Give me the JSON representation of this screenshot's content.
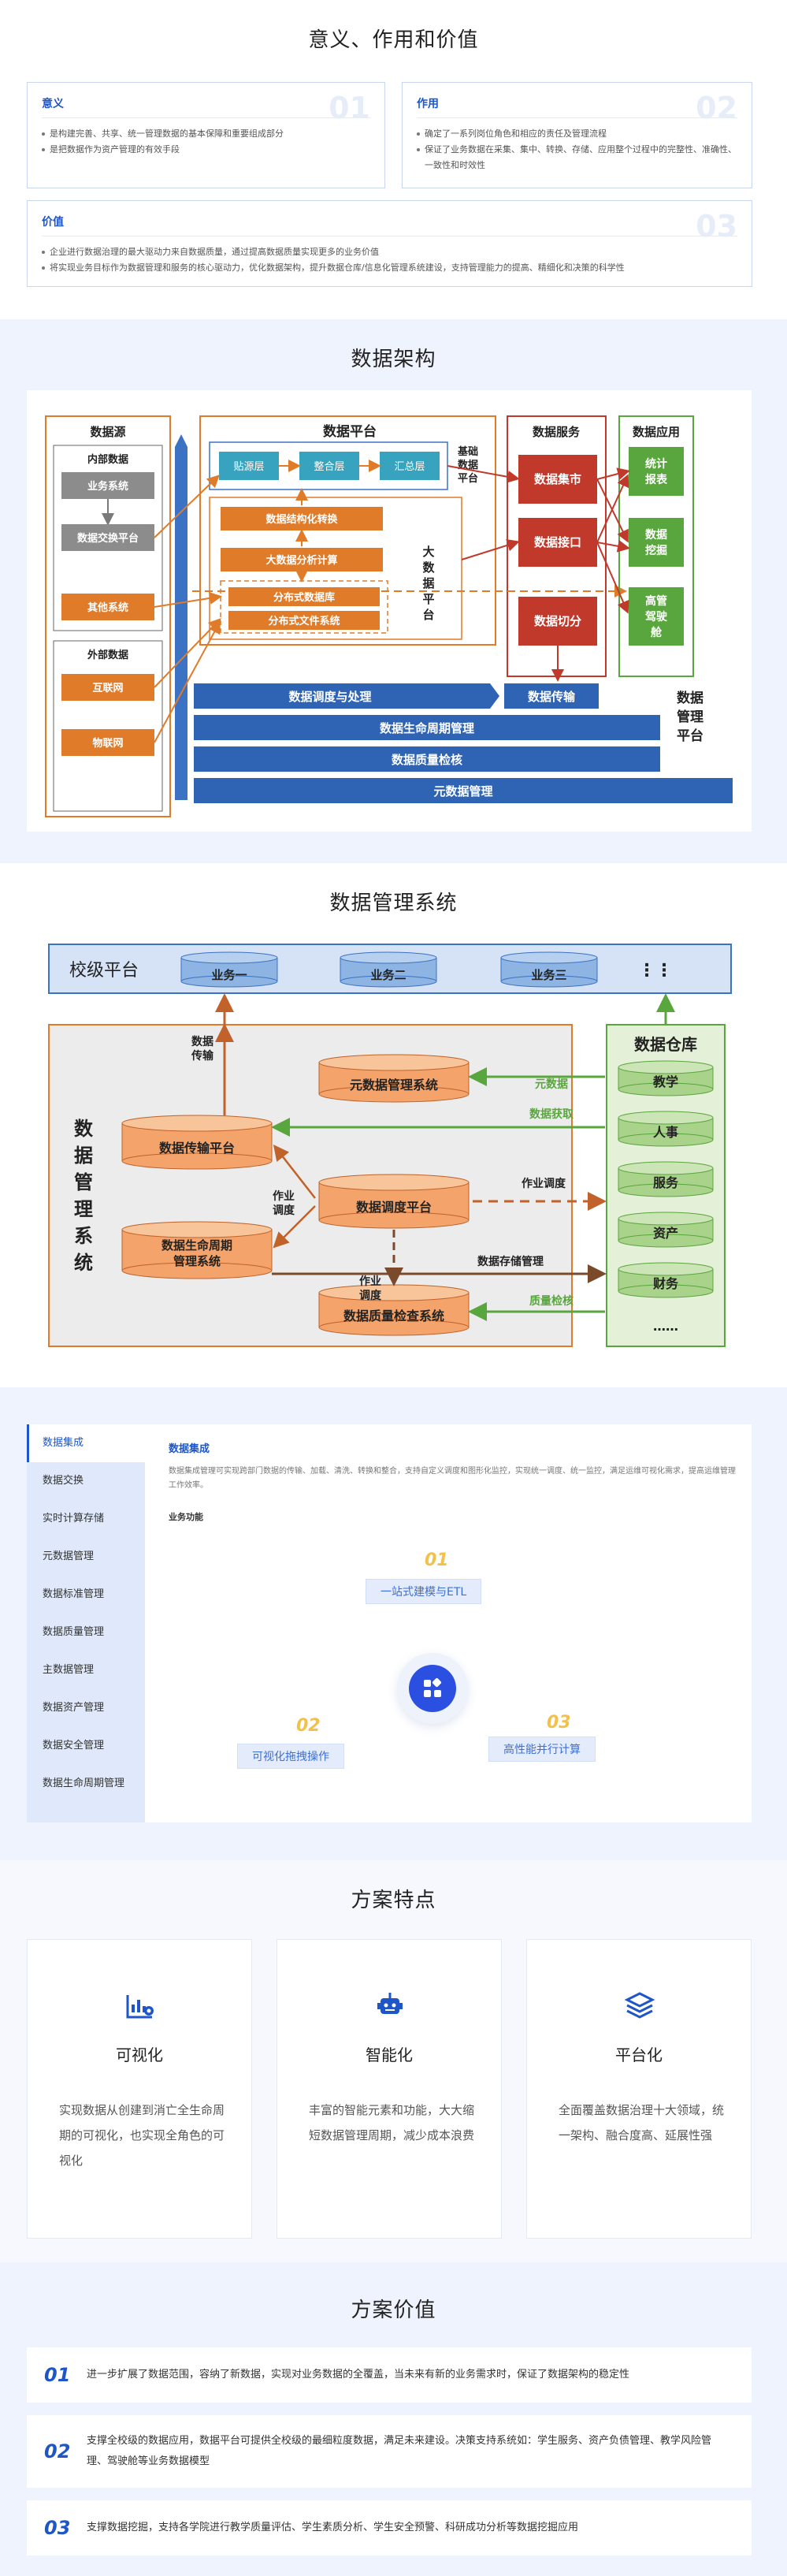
{
  "s1": {
    "title": "意义、作用和价值",
    "card1": {
      "title": "意义",
      "num": "01",
      "items": [
        "是构建完善、共享、统一管理数据的基本保障和重要组成部分",
        "是把数据作为资产管理的有效手段"
      ]
    },
    "card2": {
      "title": "作用",
      "num": "02",
      "items": [
        "确定了一系列岗位角色和相应的责任及管理流程",
        "保证了业务数据在采集、集中、转换、存储、应用整个过程中的完整性、准确性、一致性和时效性"
      ]
    },
    "card3": {
      "title": "价值",
      "num": "03",
      "items": [
        "企业进行数据治理的最大驱动力来自数据质量，通过提高数据质量实现更多的业务价值",
        "将实现业务目标作为数据管理和服务的核心驱动力，优化数据架构，提升数据仓库/信息化管理系统建设，支持管理能力的提高、精细化和决策的科学性"
      ]
    }
  },
  "s2": {
    "title": "数据架构",
    "source": {
      "title": "数据源",
      "internal": "内部数据",
      "biz": "业务系统",
      "exchange": "数据交换平台",
      "other": "其他系统",
      "external": "外部数据",
      "internet": "互联网",
      "iot": "物联网"
    },
    "platform": {
      "title": "数据平台",
      "l1": "贴源层",
      "l2": "整合层",
      "l3": "汇总层",
      "basic": "基础数据平台",
      "convert": "数据结构化转换",
      "compute": "大数据分析计算",
      "db": "分布式数据库",
      "fs": "分布式文件系统",
      "big": "大数据平台"
    },
    "service": {
      "title": "数据服务",
      "mart": "数据集市",
      "api": "数据接口",
      "slice": "数据切分",
      "transfer": "数据传输"
    },
    "app": {
      "title": "数据应用",
      "report": "统计报表",
      "mining": "数据挖掘",
      "query": "高管驾驶舱"
    },
    "bars": {
      "schedule": "数据调度与处理",
      "lifecycle": "数据生命周期管理",
      "quality": "数据质量检核",
      "meta": "元数据管理",
      "mgmt": "数据管理平台"
    }
  },
  "s3": {
    "title": "数据管理系统",
    "school": "校级平台",
    "biz1": "业务一",
    "biz2": "业务二",
    "biz3": "业务三",
    "dots": "⋮⋮",
    "sys": "数据管理系统",
    "meta": "元数据管理系统",
    "trans": "数据传输平台",
    "sched": "数据调度平台",
    "life": "数据生命周期管理系统",
    "qual": "数据质量检查系统",
    "l_trans": "数据传输",
    "l_job": "作业调度",
    "l_job2": "作业调度",
    "l_job3": "作业调度",
    "l_meta": "元数据",
    "l_get": "数据获取",
    "l_store": "数据存储管理",
    "l_qc": "质量检核",
    "dw": "数据仓库",
    "dw_items": [
      "教学",
      "人事",
      "服务",
      "资产",
      "财务"
    ],
    "dw_more": "……"
  },
  "s4": {
    "menu": [
      "数据集成",
      "数据交换",
      "实时计算存储",
      "元数据管理",
      "数据标准管理",
      "数据质量管理",
      "主数据管理",
      "数据资产管理",
      "数据安全管理",
      "数据生命周期管理"
    ],
    "head": "数据集成",
    "desc": "数据集成管理可实现跨部门数据的传输、加载、清洗、转换和整合，支持自定义调度和图形化监控，实现统一调度、统一监控，满足运维可视化需求，提高运维管理工作效率。",
    "biz": "业务功能",
    "f1": {
      "num": "01",
      "label": "一站式建模与ETL"
    },
    "f2": {
      "num": "02",
      "label": "可视化拖拽操作"
    },
    "f3": {
      "num": "03",
      "label": "高性能并行计算"
    }
  },
  "s5": {
    "title": "方案特点",
    "items": [
      {
        "title": "可视化",
        "text": "实现数据从创建到消亡全生命周期的可视化，也实现全角色的可视化",
        "icon": "visual-icon"
      },
      {
        "title": "智能化",
        "text": "丰富的智能元素和功能，大大缩短数据管理周期，减少成本浪费",
        "icon": "robot-icon"
      },
      {
        "title": "平台化",
        "text": "全面覆盖数据治理十大领域，统一架构、融合度高、延展性强",
        "icon": "layers-icon"
      }
    ]
  },
  "s6": {
    "title": "方案价值",
    "items": [
      {
        "num": "01",
        "text": "进一步扩展了数据范围，容纳了新数据，实现对业务数据的全覆盖，当未来有新的业务需求时，保证了数据架构的稳定性"
      },
      {
        "num": "02",
        "text": "支撑全校级的数据应用，数据平台可提供全校级的最细粒度数据，满足未来建设。决策支持系统如：学生服务、资产负债管理、教学风险管理、驾驶舱等业务数据模型"
      },
      {
        "num": "03",
        "text": "支撑数据挖掘，支持各学院进行教学质量评估、学生素质分析、学生安全预警、科研成功分析等数据挖掘应用"
      }
    ]
  }
}
